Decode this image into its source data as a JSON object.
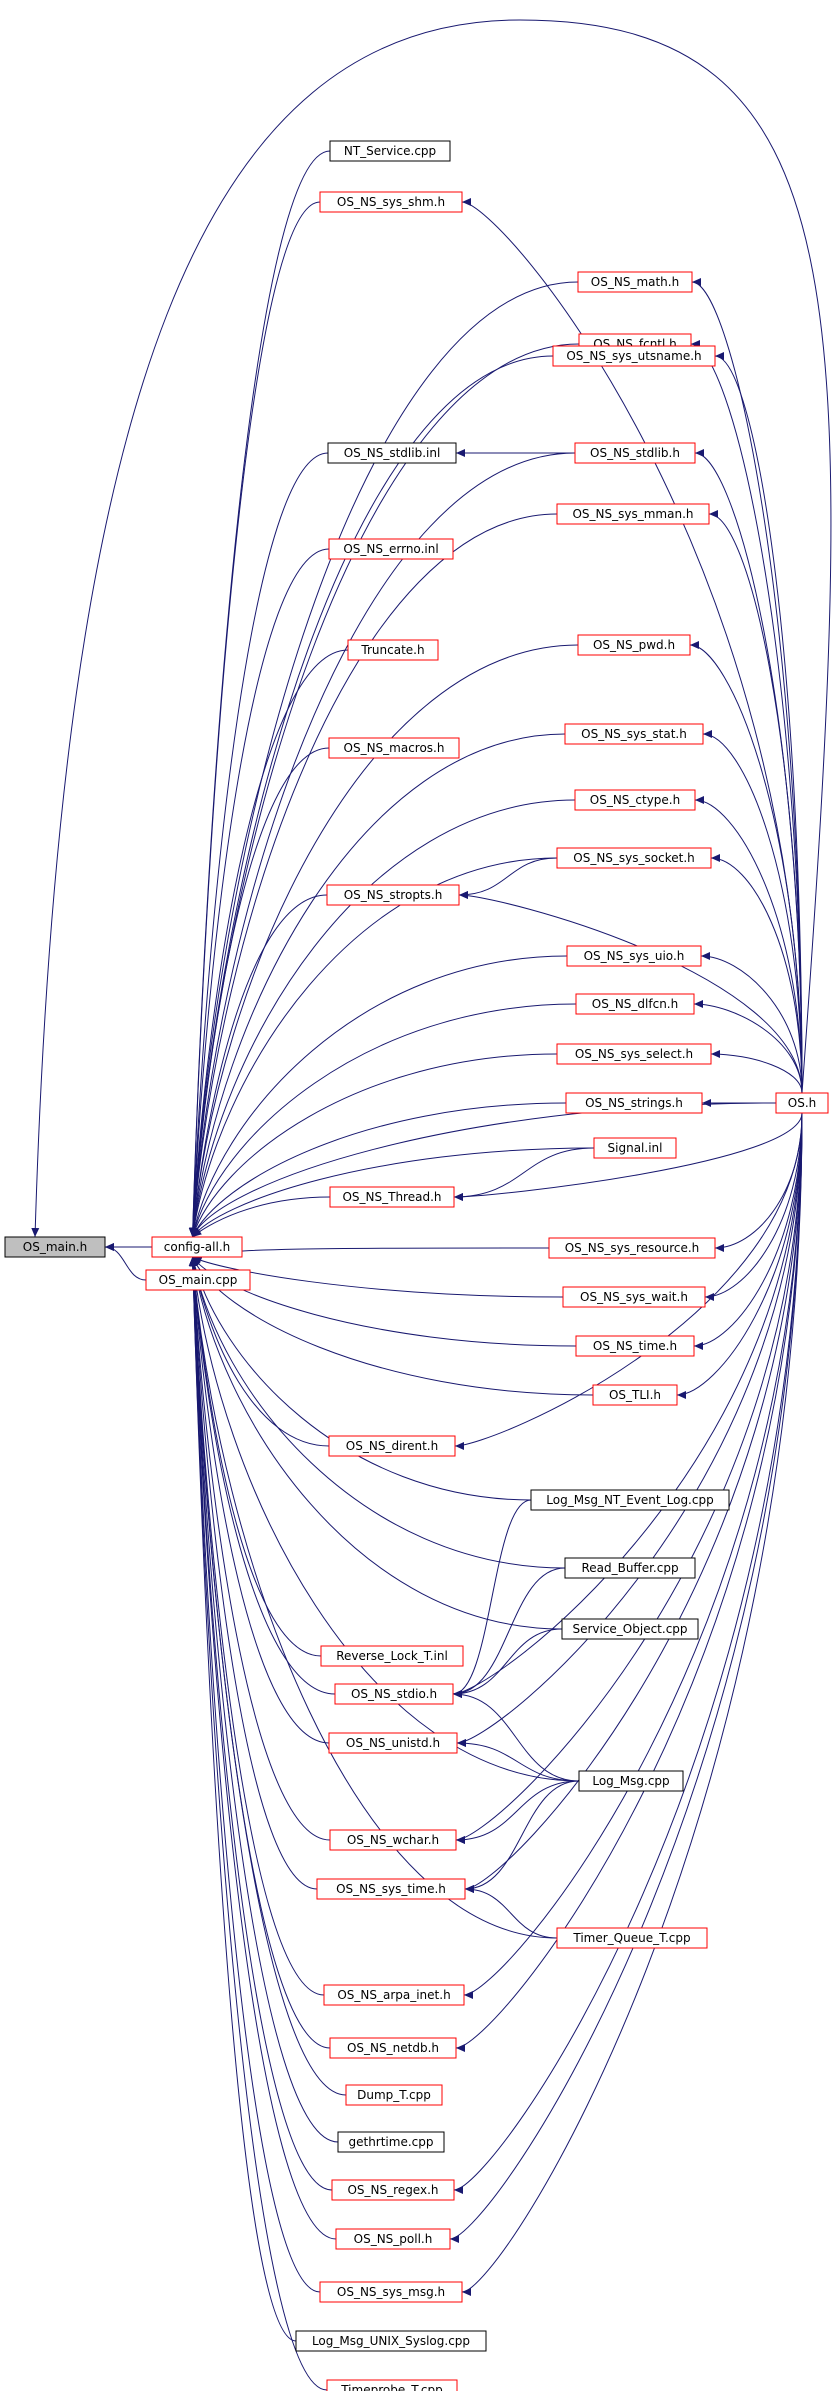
{
  "colors": {
    "edge": "#191970",
    "arrow": "#191970",
    "border_red": "#ff0000",
    "border_black": "#000000",
    "root_fill": "#bfbfbf",
    "node_fill": "#ffffff",
    "text": "#000000"
  },
  "nodes": [
    {
      "id": "os_main_h",
      "label": "OS_main.h",
      "style": "root"
    },
    {
      "id": "config_all_h",
      "label": "config-all.h",
      "style": "red"
    },
    {
      "id": "os_main_cpp",
      "label": "OS_main.cpp",
      "style": "red"
    },
    {
      "id": "nt_service_cpp",
      "label": "NT_Service.cpp",
      "style": "black"
    },
    {
      "id": "os_ns_sys_shm_h",
      "label": "OS_NS_sys_shm.h",
      "style": "red"
    },
    {
      "id": "os_ns_math_h",
      "label": "OS_NS_math.h",
      "style": "red"
    },
    {
      "id": "os_ns_fcntl_h",
      "label": "OS_NS_fcntl.h",
      "style": "red"
    },
    {
      "id": "os_ns_sys_utsname_h",
      "label": "OS_NS_sys_utsname.h",
      "style": "red"
    },
    {
      "id": "os_ns_stdlib_inl",
      "label": "OS_NS_stdlib.inl",
      "style": "black"
    },
    {
      "id": "os_ns_stdlib_h",
      "label": "OS_NS_stdlib.h",
      "style": "red"
    },
    {
      "id": "os_ns_sys_mman_h",
      "label": "OS_NS_sys_mman.h",
      "style": "red"
    },
    {
      "id": "os_ns_errno_inl",
      "label": "OS_NS_errno.inl",
      "style": "red"
    },
    {
      "id": "truncate_h",
      "label": "Truncate.h",
      "style": "red"
    },
    {
      "id": "os_ns_pwd_h",
      "label": "OS_NS_pwd.h",
      "style": "red"
    },
    {
      "id": "os_ns_macros_h",
      "label": "OS_NS_macros.h",
      "style": "red"
    },
    {
      "id": "os_ns_sys_stat_h",
      "label": "OS_NS_sys_stat.h",
      "style": "red"
    },
    {
      "id": "os_ns_ctype_h",
      "label": "OS_NS_ctype.h",
      "style": "red"
    },
    {
      "id": "os_ns_sys_socket_h",
      "label": "OS_NS_sys_socket.h",
      "style": "red"
    },
    {
      "id": "os_ns_stropts_h",
      "label": "OS_NS_stropts.h",
      "style": "red"
    },
    {
      "id": "os_ns_sys_uio_h",
      "label": "OS_NS_sys_uio.h",
      "style": "red"
    },
    {
      "id": "os_ns_dlfcn_h",
      "label": "OS_NS_dlfcn.h",
      "style": "red"
    },
    {
      "id": "os_ns_sys_select_h",
      "label": "OS_NS_sys_select.h",
      "style": "red"
    },
    {
      "id": "os_ns_strings_h",
      "label": "OS_NS_strings.h",
      "style": "red"
    },
    {
      "id": "os_h",
      "label": "OS.h",
      "style": "red"
    },
    {
      "id": "signal_inl",
      "label": "Signal.inl",
      "style": "red"
    },
    {
      "id": "os_ns_thread_h",
      "label": "OS_NS_Thread.h",
      "style": "red"
    },
    {
      "id": "os_ns_sys_resource_h",
      "label": "OS_NS_sys_resource.h",
      "style": "red"
    },
    {
      "id": "os_ns_sys_wait_h",
      "label": "OS_NS_sys_wait.h",
      "style": "red"
    },
    {
      "id": "os_ns_time_h",
      "label": "OS_NS_time.h",
      "style": "red"
    },
    {
      "id": "os_tli_h",
      "label": "OS_TLI.h",
      "style": "red"
    },
    {
      "id": "os_ns_dirent_h",
      "label": "OS_NS_dirent.h",
      "style": "red"
    },
    {
      "id": "log_msg_nt_event_log_cpp",
      "label": "Log_Msg_NT_Event_Log.cpp",
      "style": "black"
    },
    {
      "id": "read_buffer_cpp",
      "label": "Read_Buffer.cpp",
      "style": "black"
    },
    {
      "id": "service_object_cpp",
      "label": "Service_Object.cpp",
      "style": "black"
    },
    {
      "id": "reverse_lock_t_inl",
      "label": "Reverse_Lock_T.inl",
      "style": "red"
    },
    {
      "id": "os_ns_stdio_h",
      "label": "OS_NS_stdio.h",
      "style": "red"
    },
    {
      "id": "os_ns_unistd_h",
      "label": "OS_NS_unistd.h",
      "style": "red"
    },
    {
      "id": "log_msg_cpp",
      "label": "Log_Msg.cpp",
      "style": "black"
    },
    {
      "id": "os_ns_wchar_h",
      "label": "OS_NS_wchar.h",
      "style": "red"
    },
    {
      "id": "os_ns_sys_time_h",
      "label": "OS_NS_sys_time.h",
      "style": "red"
    },
    {
      "id": "timer_queue_t_cpp",
      "label": "Timer_Queue_T.cpp",
      "style": "red"
    },
    {
      "id": "os_ns_arpa_inet_h",
      "label": "OS_NS_arpa_inet.h",
      "style": "red"
    },
    {
      "id": "os_ns_netdb_h",
      "label": "OS_NS_netdb.h",
      "style": "red"
    },
    {
      "id": "dump_t_cpp",
      "label": "Dump_T.cpp",
      "style": "red"
    },
    {
      "id": "gethrtime_cpp",
      "label": "gethrtime.cpp",
      "style": "black"
    },
    {
      "id": "os_ns_regex_h",
      "label": "OS_NS_regex.h",
      "style": "red"
    },
    {
      "id": "os_ns_poll_h",
      "label": "OS_NS_poll.h",
      "style": "red"
    },
    {
      "id": "os_ns_sys_msg_h",
      "label": "OS_NS_sys_msg.h",
      "style": "red"
    },
    {
      "id": "log_msg_unix_syslog_cpp",
      "label": "Log_Msg_UNIX_Syslog.cpp",
      "style": "black"
    },
    {
      "id": "timeprobe_t_cpp",
      "label": "Timeprobe_T.cpp",
      "style": "red"
    }
  ]
}
